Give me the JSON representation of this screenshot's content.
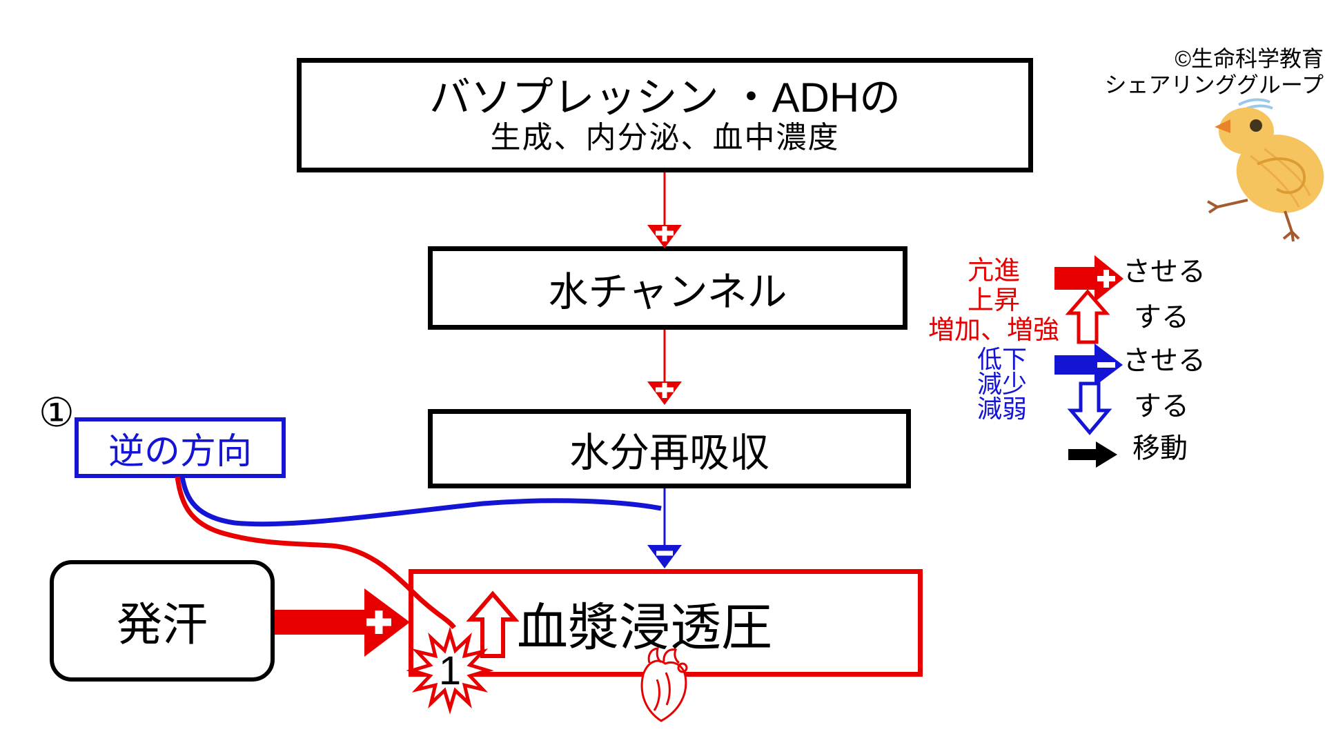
{
  "credit": {
    "line1": "©生命科学教育",
    "line2": "シェアリンググループ"
  },
  "flow": {
    "top_box": {
      "title": "バソプレッシン ・ADHの",
      "subtitle": "生成、内分泌、血中濃度"
    },
    "water_channel_label": "水チャンネル",
    "water_reabsorption_label": "水分再吸収",
    "plasma_osmolarity_label": "血漿浸透圧",
    "sweating_label": "発汗",
    "reverse_direction_label": "逆の方向",
    "reverse_marker": "①",
    "starburst_number": "1"
  },
  "legend": {
    "increase_lines": [
      "亢進",
      "上昇",
      "増加、増強"
    ],
    "decrease_lines": [
      "低下",
      "減少",
      "減弱"
    ],
    "saseru_red": "させる",
    "suru_red": "する",
    "saseru_blue": "させる",
    "suru_blue": "する",
    "move": "移動"
  },
  "icons": {
    "plus": "+",
    "minus": "−"
  },
  "colors": {
    "red": "#e80000",
    "blue": "#1414d4",
    "black": "#000000"
  }
}
